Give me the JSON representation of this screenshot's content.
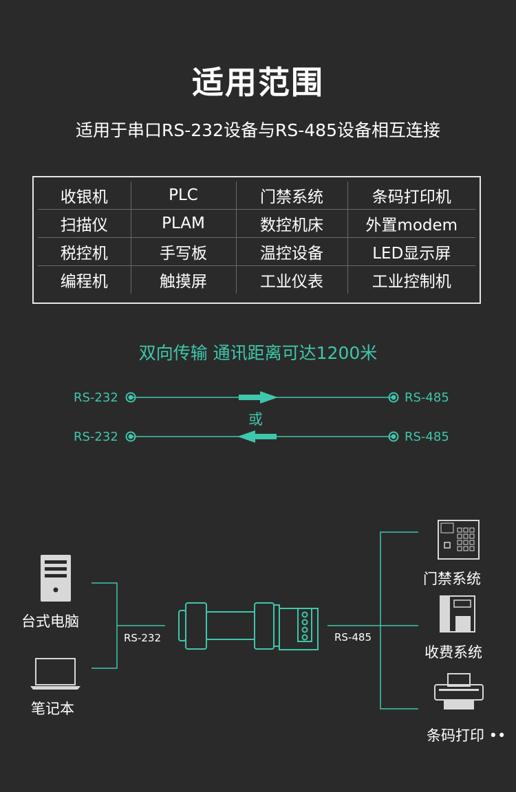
{
  "title": "适用范围",
  "subtitle": "适用于串口RS-232设备与RS-485设备相互连接",
  "table": {
    "rows": [
      [
        "收银机",
        "PLC",
        "门禁系统",
        "条码打印机"
      ],
      [
        "扫描仪",
        "PLAM",
        "数控机床",
        "外置modem"
      ],
      [
        "税控机",
        "手写板",
        "温控设备",
        "LED显示屏"
      ],
      [
        "编程机",
        "触摸屏",
        "工业仪表",
        "工业控制机"
      ]
    ]
  },
  "highlight": "双向传输 通讯距离可达1200米",
  "flow": {
    "left_label_1": "RS-232",
    "right_label_1": "RS-485",
    "or_label": "或",
    "left_label_2": "RS-232",
    "right_label_2": "RS-485"
  },
  "diagram": {
    "left_devices": [
      "台式电脑",
      "笔记本"
    ],
    "left_conn_label": "RS-232",
    "right_conn_label": "RS-485",
    "right_devices": [
      "门禁系统",
      "收费系统",
      "条码打印 ••"
    ]
  },
  "colors": {
    "accent": "#3ec7ad",
    "background": "#2a2a2a",
    "line": "#3ec7ad"
  },
  "icons": [
    "desktop-tower-icon",
    "laptop-icon",
    "converter-icon",
    "access-keypad-icon",
    "receipt-printer-icon",
    "barcode-printer-icon"
  ]
}
